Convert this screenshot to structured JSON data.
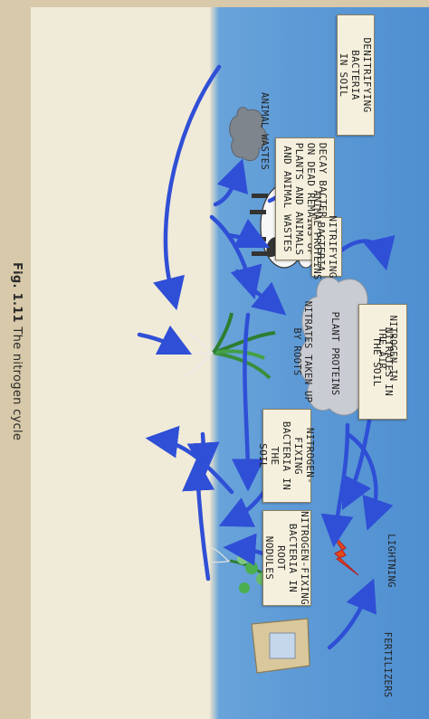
{
  "caption": {
    "figure": "Fig. 1.11",
    "title": "The nitrogen cycle"
  },
  "boxes": {
    "denitrifying": "DENITRIFYING BACTERIA\nIN SOIL",
    "decay": "DECAY BACTERIA ACT\nON DEAD REMAINS OF\nPLANTS AND ANIMALS\nAND ANIMAL WASTES",
    "nitrifying": "NITRIFYING\nBACTERIA",
    "nitrates_soil": "NITRATES IN\nTHE SOIL",
    "nfix_soil": "NITROGEN-FIXING\nBACTERIA IN THE\nSOIL",
    "nfix_root": "NITROGEN-FIXING\nBACTERIA IN ROOT\nNODULES"
  },
  "labels": {
    "animal_wastes": "ANIMAL WASTES",
    "animal_proteins": "ANIMAL PROTEINS",
    "plant_proteins": "PLANT PROTEINS",
    "nitrates_roots": "NITRATES TAKEN UP\nBY ROOTS",
    "nitrogen_air": "NITROGEN IN\nTHE AIR",
    "lightning": "LIGHTNING",
    "fertilizers": "FERTILIZERS"
  },
  "colors": {
    "soil": "#5d9ad6",
    "arrow": "#2f4fd6",
    "box": "#f5f0dd",
    "sky": "#f0ead8"
  },
  "icons": [
    "cloud-icon",
    "cow-icon",
    "plant-icon",
    "lightning-icon",
    "fertilizer-bag-icon",
    "legume-plant-icon",
    "storm-cloud-icon"
  ]
}
